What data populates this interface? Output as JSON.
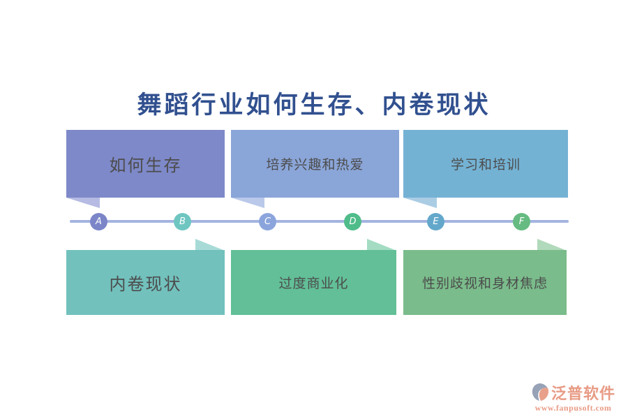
{
  "title": {
    "text": "舞蹈行业如何生存、内卷现状",
    "color": "#31508f"
  },
  "timeline": {
    "line_color": "#a3b4e0",
    "nodes": [
      {
        "label": "A",
        "color": "#7b85c8"
      },
      {
        "label": "B",
        "color": "#6fc6c1"
      },
      {
        "label": "C",
        "color": "#8ba5dc"
      },
      {
        "label": "D",
        "color": "#50bc8a"
      },
      {
        "label": "E",
        "color": "#63a8cb"
      },
      {
        "label": "F",
        "color": "#65bb81"
      }
    ]
  },
  "top_boxes": [
    {
      "label": "如何生存",
      "bg": "#7e89c9",
      "tail": "#b5bbe3"
    },
    {
      "label": "培养兴趣和热爱",
      "bg": "#8aa5d8",
      "tail": "#bac9ea"
    },
    {
      "label": "学习和培训",
      "bg": "#74b2d4",
      "tail": "#aacde4"
    }
  ],
  "bottom_boxes": [
    {
      "label": "内卷现状",
      "bg": "#72c1bd",
      "tail": "#a8dbd7"
    },
    {
      "label": "过度商业化",
      "bg": "#62bf97",
      "tail": "#a3dcc2"
    },
    {
      "label": "性别歧视和身材焦虑",
      "bg": "#7abc8b",
      "tail": "#b1d9bb"
    }
  ],
  "label_color": "#4c4c4c",
  "watermark": {
    "name": "泛普软件",
    "url": "www.fanpusoft.com",
    "color": "#e89b85",
    "logo_gray": "#97a2b6",
    "logo_salmon": "#e8a08a"
  }
}
